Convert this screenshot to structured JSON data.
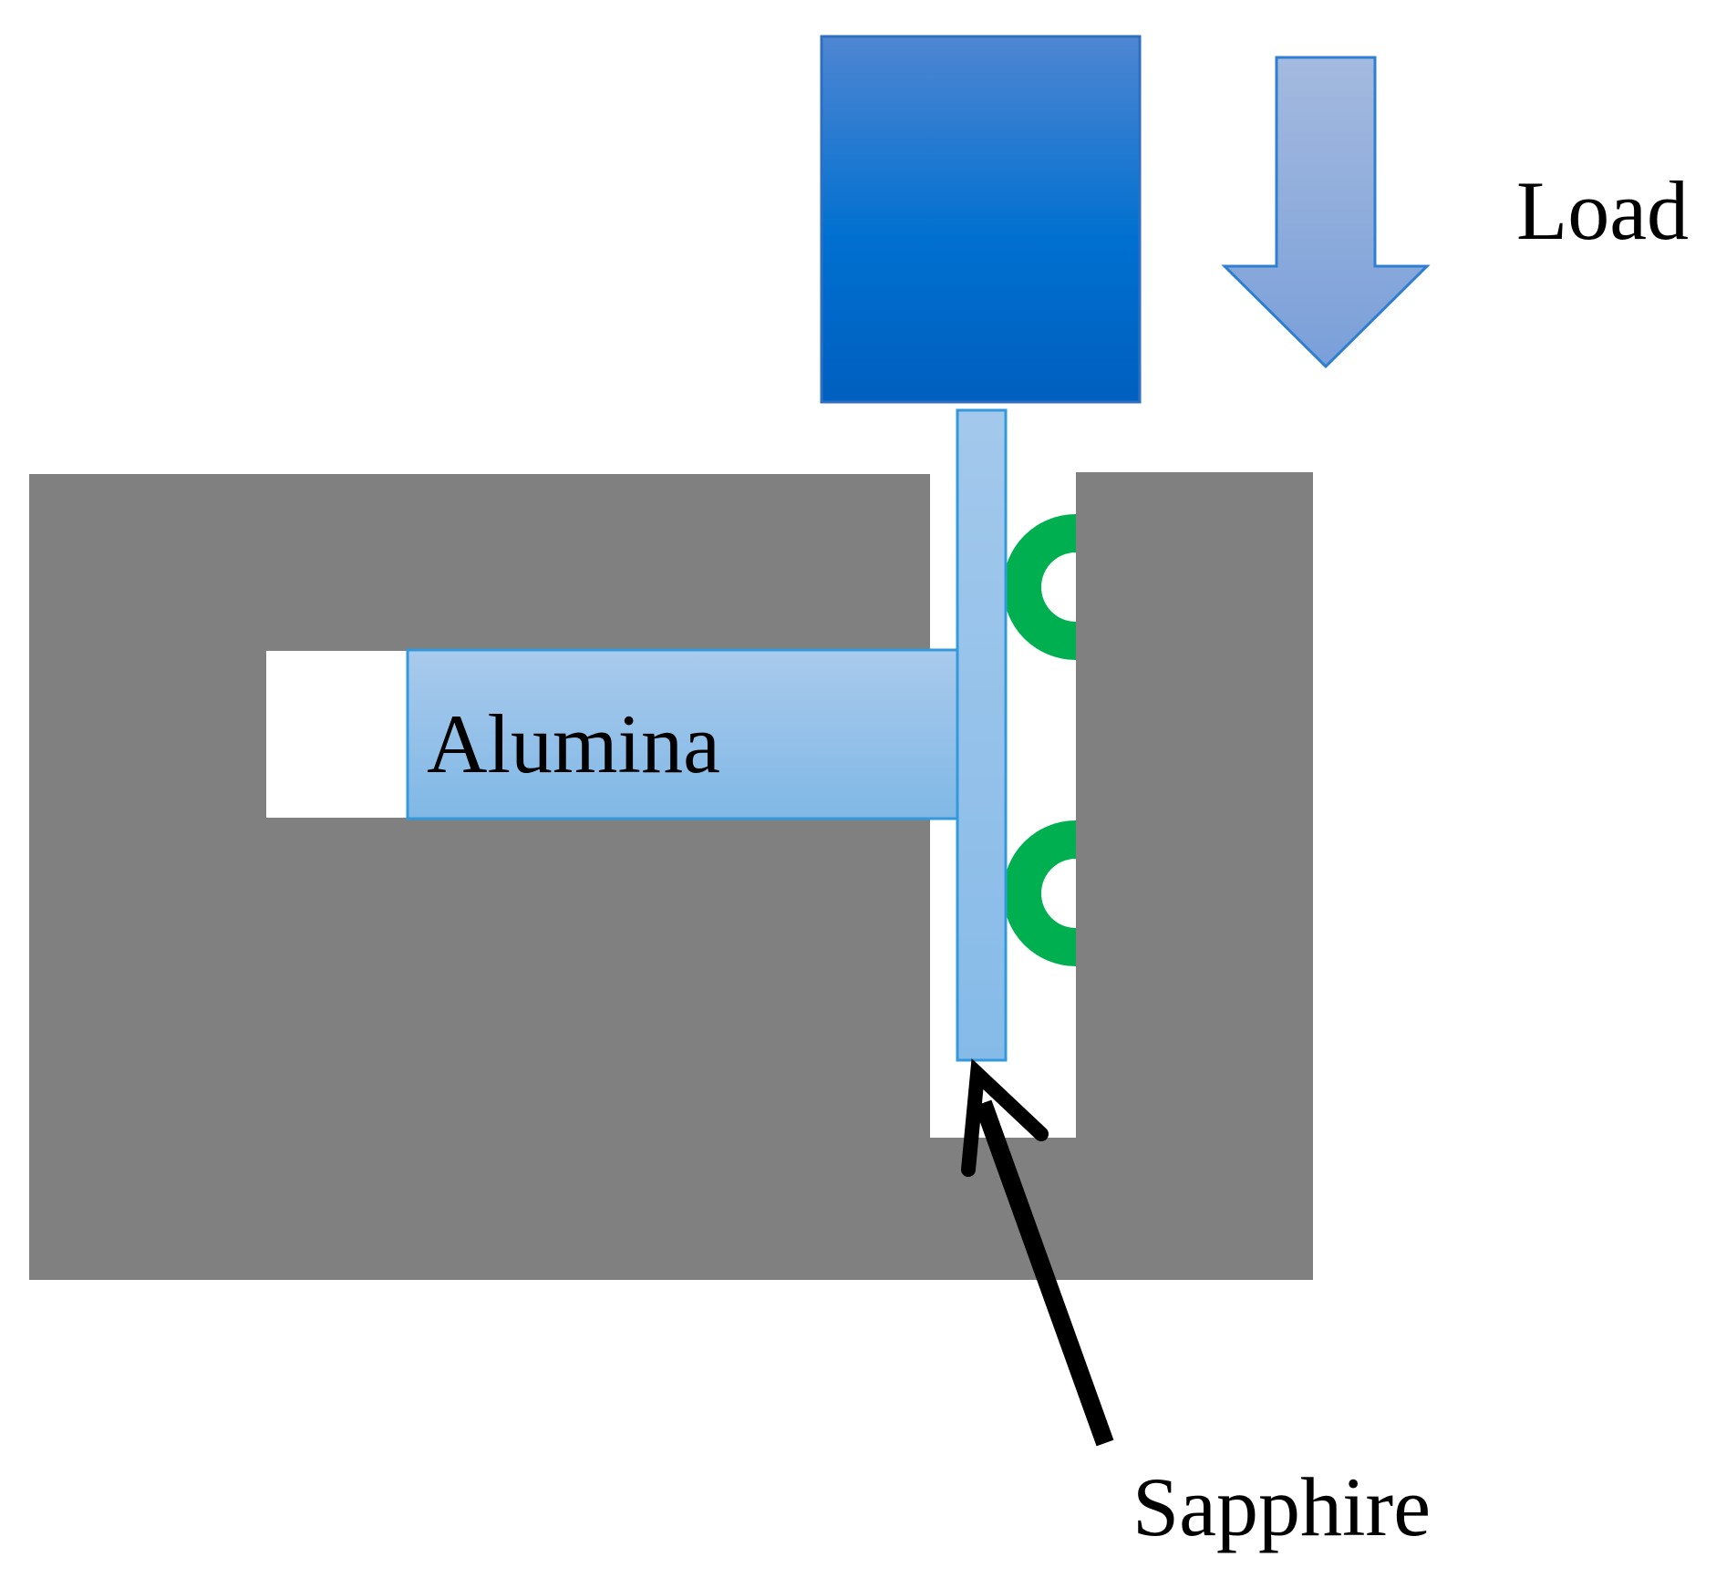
{
  "labels": {
    "load": "Load",
    "alumina": "Alumina",
    "sapphire": "Sapphire"
  },
  "colors": {
    "fixture_gray": "#808080",
    "load_block_top": "#4f86d2",
    "load_block_mid": "#0070d0",
    "load_block_bottom": "#005fbf",
    "load_block_stroke": "#2f6fc0",
    "arrow_top": "#a4badf",
    "arrow_bottom": "#7a9fd9",
    "arrow_stroke": "#2f7fd0",
    "alumina_top": "#a9caec",
    "alumina_bottom": "#80b8e6",
    "sapphire_fill": "#90c0ea",
    "piece_stroke": "#3399dd",
    "oring_green": "#00b050",
    "pointer_black": "#000000"
  }
}
